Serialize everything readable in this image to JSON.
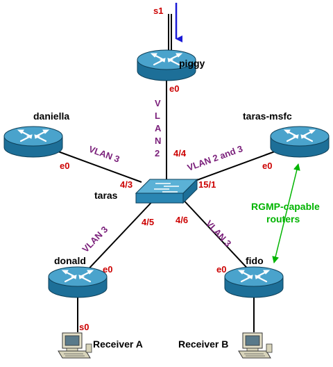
{
  "colors": {
    "router_top": "#4aa3cc",
    "router_side": "#1d6f98",
    "switch_top": "#5bb1d6",
    "switch_side": "#2a86b3",
    "link": "#000000",
    "flow_arrow": "#1a1ad6",
    "interface_label": "#cc0000",
    "vlan_label": "#7a1f7a",
    "rgmp_label": "#00b400"
  },
  "devices": {
    "piggy": "piggy",
    "daniella": "daniella",
    "taras_msfc": "taras-msfc",
    "taras": "taras",
    "donald": "donald",
    "fido": "fido",
    "receiver_a": "Receiver A",
    "receiver_b": "Receiver B"
  },
  "interfaces": {
    "piggy_s1": "s1",
    "piggy_e0": "e0",
    "daniella_e0": "e0",
    "msfc_e0": "e0",
    "donald_e0": "e0",
    "donald_s0": "s0",
    "fido_e0": "e0"
  },
  "ports": {
    "p44": "4/4",
    "p43": "4/3",
    "p151": "15/1",
    "p45": "4/5",
    "p46": "4/6"
  },
  "vlans": {
    "piggy_link_letters": [
      "V",
      "L",
      "A",
      "N",
      "2"
    ],
    "daniella_link": "VLAN 3",
    "msfc_link": "VLAN 2 and 3",
    "donald_link": "VLAN 3",
    "fido_link": "VLAN 3"
  },
  "annotation": {
    "line1": "RGMP-capable",
    "line2": "routers"
  },
  "icons": {
    "router": "router-icon",
    "switch": "switch-icon",
    "pc": "pc-icon"
  }
}
